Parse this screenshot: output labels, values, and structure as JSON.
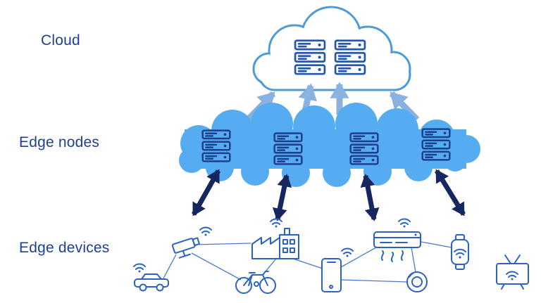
{
  "layers": [
    {
      "id": "cloud",
      "label": "Cloud",
      "icon": "server-rack",
      "server_count": 2
    },
    {
      "id": "edge-nodes",
      "label": "Edge nodes",
      "icon": "server-rack",
      "server_count": 4
    },
    {
      "id": "edge-devices",
      "label": "Edge devices",
      "devices": [
        "connected-car",
        "security-camera",
        "smart-factory",
        "bicycle",
        "smartphone",
        "air-conditioner",
        "smart-ring",
        "wearable-device",
        "smart-tv"
      ]
    }
  ],
  "arrows": {
    "cloud_to_edge_nodes": {
      "count": 4,
      "heads": "single",
      "points_to": "cloud"
    },
    "edge_nodes_to_devices": {
      "count": 4,
      "heads": "double",
      "points_to": "both"
    }
  },
  "colors": {
    "background": "#ffffff",
    "label_text": "#1e3f94",
    "cloud_outline": "#4e9bd8",
    "cloud_servers": "#2457ab",
    "edge_cloud_fill": "#55acf0",
    "edge_servers": "#1c408f",
    "arrow_light": "#8ab2e0",
    "arrow_dark": "#16265e",
    "device": "#2b63c4"
  }
}
